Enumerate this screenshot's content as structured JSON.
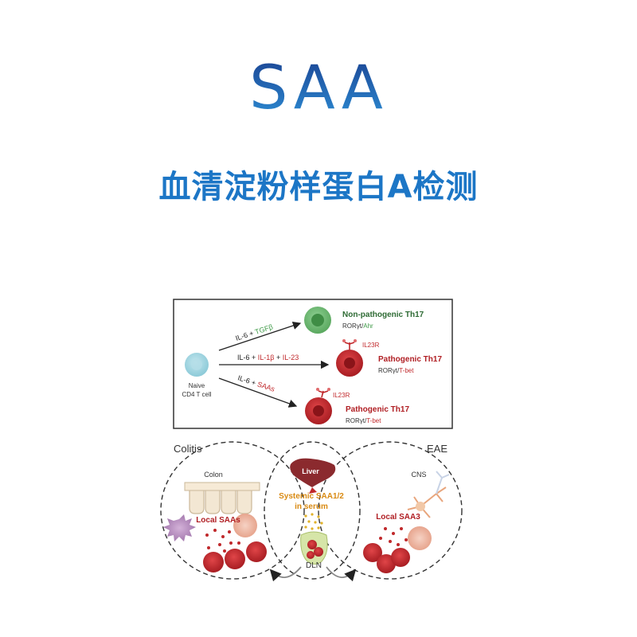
{
  "header": {
    "title": "SAA",
    "subtitle": "血清淀粉样蛋白A检测"
  },
  "differentiation": {
    "naive_label_line1": "Naive",
    "naive_label_line2": "CD4 T cell",
    "paths": [
      {
        "condition": [
          "IL-6 + ",
          "TGFβ"
        ],
        "outcome": "Non-pathogenic Th17",
        "markers": [
          "RORγt/",
          "Ahr"
        ],
        "receptor": ""
      },
      {
        "condition": [
          "IL-6 + ",
          "IL-1β",
          " + ",
          "IL-23"
        ],
        "outcome": "Pathogenic Th17",
        "markers": [
          "RORγt/",
          "T-bet"
        ],
        "receptor": "IL23R"
      },
      {
        "condition": [
          "IL-6 + ",
          "SAAs"
        ],
        "outcome": "Pathogenic Th17",
        "markers": [
          "RORγt/",
          "T-bet"
        ],
        "receptor": "IL23R"
      }
    ]
  },
  "disease": {
    "left_label": "Colitis",
    "right_label": "EAE",
    "colon_label": "Colon",
    "cns_label": "CNS",
    "liver_label": "Liver",
    "systemic_line1": "Systemic SAA1/2",
    "systemic_line2": "in serum",
    "local_left": "Local SAAs",
    "local_right": "Local SAA3",
    "dln_label": "DLN"
  },
  "colors": {
    "green_cell": "#6fbf73",
    "red_cell": "#c0282b",
    "naive_cell": "#9fd3e0",
    "dark_red_text": "#b01e23",
    "green_text": "#2e6b34",
    "orange_text": "#d98a12"
  }
}
